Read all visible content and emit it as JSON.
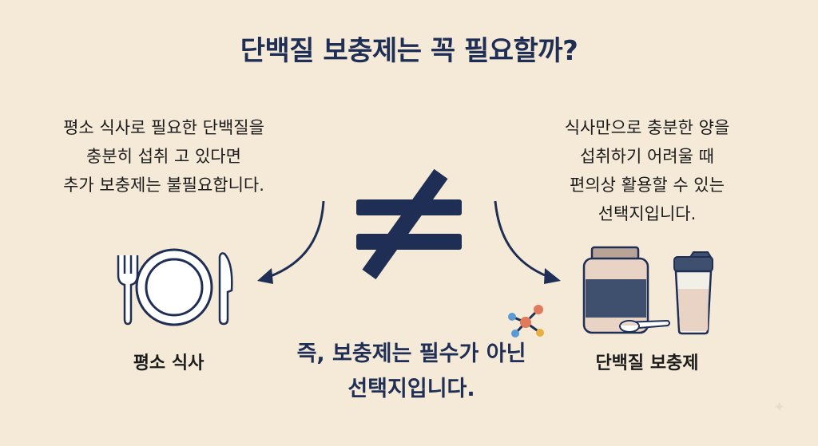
{
  "title": "단백질 보충제는 꼭 필요할까?",
  "left_text": [
    "평소 식사로 필요한 단백질을",
    "충분히 섭취 고 있다면",
    "추가 보충제는 불필요합니다."
  ],
  "right_text": [
    "식사만으로 충분한 양을",
    "섭취하기 어려울 때",
    "편의상 활용할 수 있는",
    "선택지입니다."
  ],
  "meal_label": "평소 식사",
  "supplement_label": "단백질 보충제",
  "conclusion": [
    "즉, 보충제는 필수가 아닌",
    "선택지입니다."
  ],
  "colors": {
    "background": "#f5ead8",
    "navy": "#1f2e55",
    "container": "#3f4f6e"
  },
  "icons": [
    "not-equal-icon",
    "fork-icon",
    "plate-icon",
    "knife-icon",
    "protein-tub-icon",
    "scoop-icon",
    "shaker-bottle-icon",
    "molecule-icon",
    "sparkle-icon"
  ]
}
